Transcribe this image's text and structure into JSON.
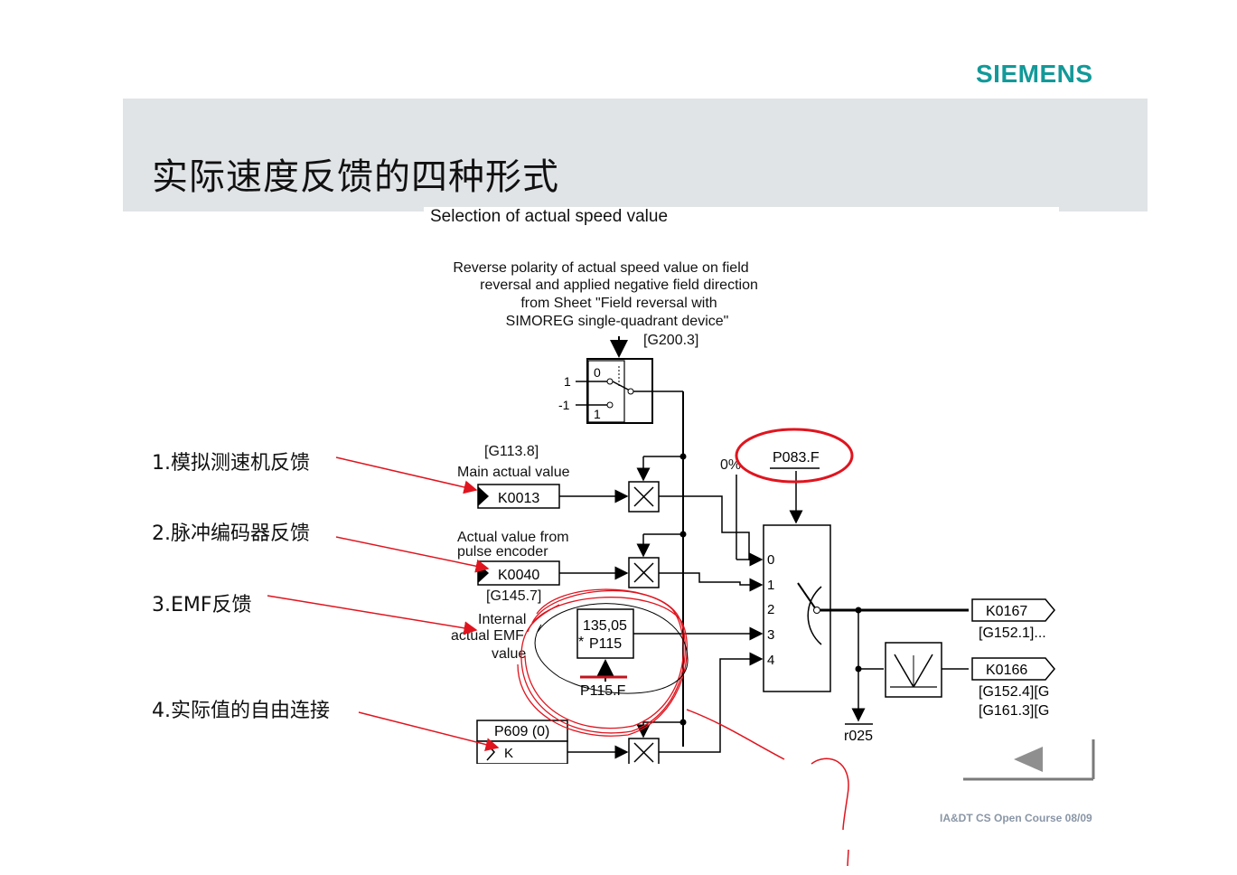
{
  "brand": {
    "logo": "SIEMENS"
  },
  "slide": {
    "title": "实际速度反馈的四种形式",
    "footer": "IA&DT CS Open Course 08/09"
  },
  "labels": [
    "1.模拟测速机反馈",
    "2.脉冲编码器反馈",
    "3.EMF反馈",
    "4.实际值的自由连接"
  ],
  "diagram": {
    "heading": "Selection of actual speed value",
    "note_lines": [
      "Reverse polarity of actual speed value on field",
      "reversal and applied negative field direction",
      "from Sheet \"Field reversal with",
      "SIMOREG single-quadrant device\""
    ],
    "note_ref": "[G200.3]",
    "switch": {
      "in_top": "1",
      "in_bottom": "-1",
      "pos_top": "0",
      "pos_bottom": "1"
    },
    "main_ref": "[G113.8]",
    "main_label": "Main actual value",
    "k0013": "K0013",
    "encoder_label_1": "Actual value from",
    "encoder_label_2": "pulse encoder",
    "k0040": "K0040",
    "encoder_ref": "[G145.7]",
    "emf_label_1": "Internal",
    "emf_label_2": "actual EMF",
    "emf_label_3": "value",
    "emf_factor": "135,05",
    "emf_star": "*",
    "emf_param": "P115",
    "emf_param_f": "P115.F",
    "free_param": "P609 (0)",
    "free_k": "K",
    "zero_pct": "0%",
    "selector_param": "P083.F",
    "selector_inputs": [
      "0",
      "1",
      "2",
      "3",
      "4"
    ],
    "out1": "K0167",
    "out1_ref": "[G152.1]...",
    "out2": "K0166",
    "out2_ref_1": "[G152.4][G",
    "out2_ref_2": "[G161.3][G",
    "r025": "r025"
  },
  "colors": {
    "brand": "#139999",
    "annotation": "#e0141e",
    "band": "#e1e4e6"
  },
  "icons": {
    "back": "triangle-left-icon"
  }
}
